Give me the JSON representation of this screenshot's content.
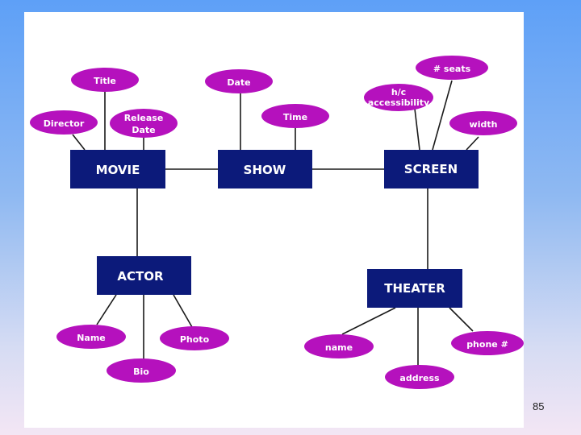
{
  "entities": {
    "movie": "MOVIE",
    "show": "SHOW",
    "screen": "SCREEN",
    "actor": "ACTOR",
    "theater": "THEATER"
  },
  "attributes": {
    "title": "Title",
    "director": "Director",
    "release_date": [
      "Release",
      "Date"
    ],
    "date": "Date",
    "time": "Time",
    "seats": "# seats",
    "hc_accessibility": [
      "h/c",
      "accessibility"
    ],
    "width": "width",
    "actor_name": "Name",
    "photo": "Photo",
    "bio": "Bio",
    "theater_name": "name",
    "phone": "phone #",
    "address": "address"
  },
  "page_number": "85"
}
